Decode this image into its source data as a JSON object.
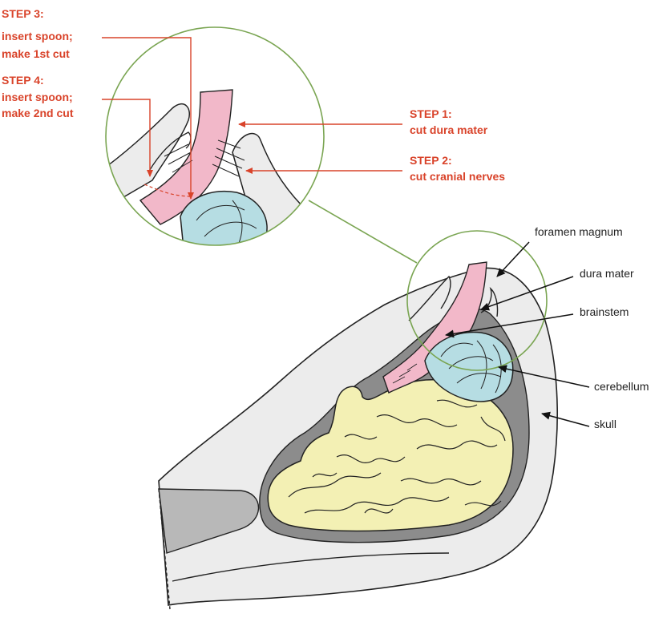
{
  "colors": {
    "step_red": "#d9432a",
    "zoom_circle_green": "#7aa552",
    "skull_fill": "#ececec",
    "cavity_gray": "#8c8c8c",
    "cerebrum_yellow": "#f3f0b4",
    "cerebellum_blue": "#b6dde3",
    "brainstem_pink": "#f2b8c9",
    "outline": "#222222"
  },
  "steps": {
    "step3": {
      "title": "STEP 3:",
      "line1": "insert spoon;",
      "line2": "make 1st cut"
    },
    "step4": {
      "title": "STEP 4:",
      "line1": "insert spoon;",
      "line2": "make 2nd cut"
    },
    "step1": {
      "title": "STEP 1:",
      "line1": "cut dura mater"
    },
    "step2": {
      "title": "STEP 2:",
      "line1": "cut cranial nerves"
    }
  },
  "labels": {
    "foramen_magnum": "foramen magnum",
    "dura_mater": "dura  mater",
    "brainstem": "brainstem",
    "cerebellum": "cerebellum",
    "skull": "skull"
  }
}
